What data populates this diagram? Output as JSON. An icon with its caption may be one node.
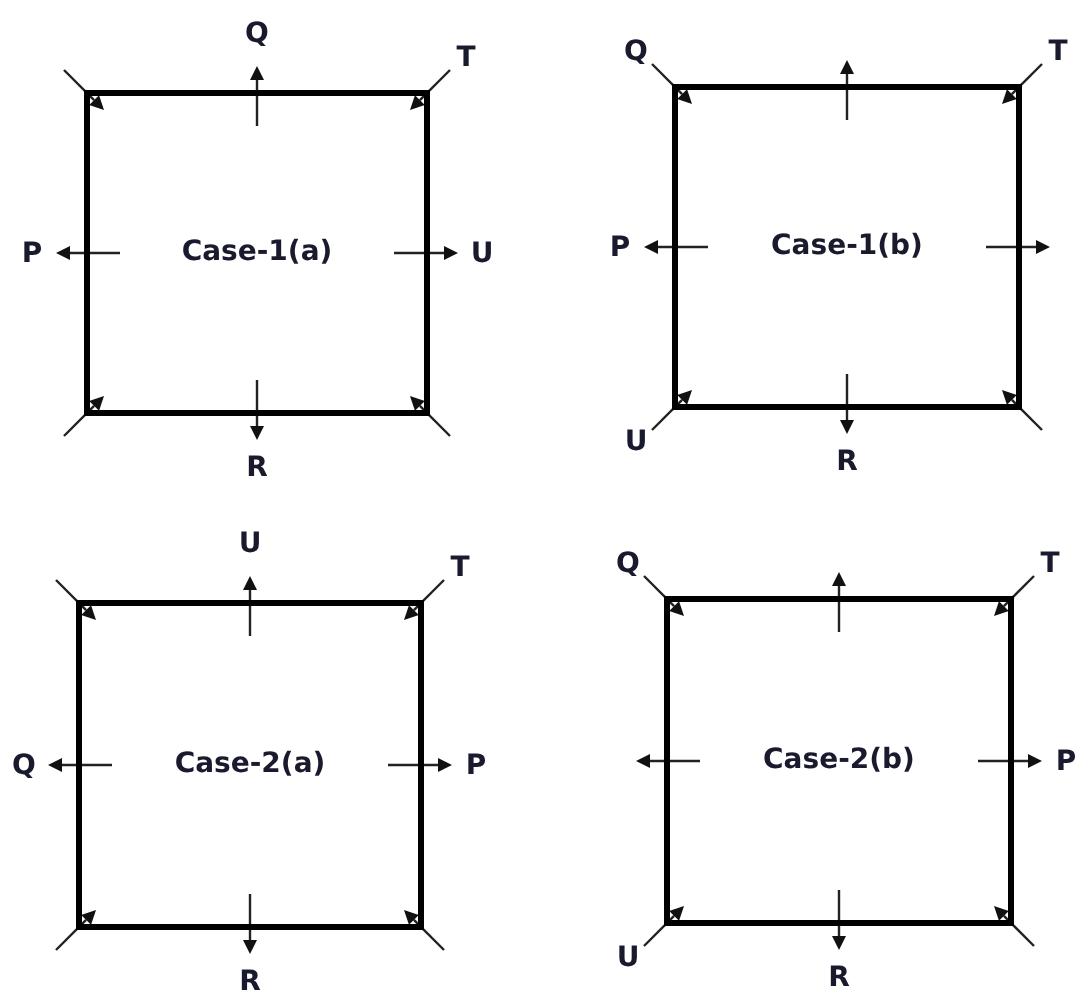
{
  "diagram": {
    "nodes": [
      {
        "text": [
          "Case-1(a)"
        ],
        "beside": [
          "Q",
          "T",
          "P",
          "U",
          "R"
        ]
      },
      {
        "text": [
          "Case-1(b)"
        ],
        "beside": [
          "Q",
          "T",
          "P",
          "U",
          "R"
        ]
      },
      {
        "text": [
          "Case-2(a)"
        ],
        "beside": [
          "U",
          "T",
          "Q",
          "P",
          "R"
        ]
      },
      {
        "text": [
          "Case-2(b)"
        ],
        "beside": [
          "Q",
          "T",
          "P",
          "U",
          "R"
        ]
      }
    ]
  }
}
